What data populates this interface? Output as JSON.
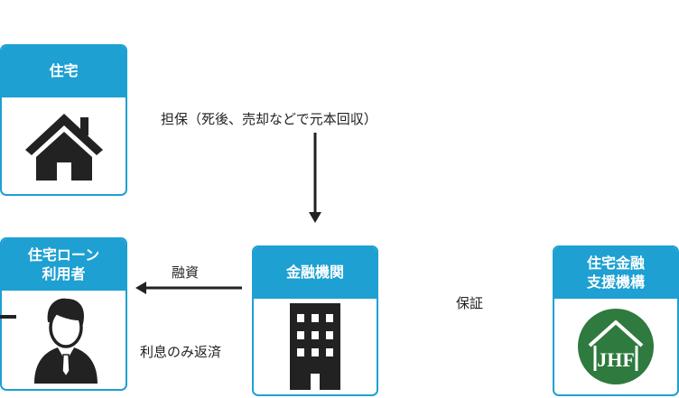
{
  "nodes": {
    "house": {
      "title": "住宅"
    },
    "borrower": {
      "title_line1": "住宅ローン",
      "title_line2": "利用者"
    },
    "bank": {
      "title": "金融機関"
    },
    "jhf": {
      "title_line1": "住宅金融",
      "title_line2": "支援機構",
      "logo_text": "JHF"
    }
  },
  "edges": {
    "collateral": "担保（死後、売却などで元本回収）",
    "loan": "融資",
    "repay": "利息のみ返済",
    "guarantee": "保証"
  },
  "colors": {
    "accent": "#1ea0d2",
    "icon": "#222222",
    "logo_green": "#2f7a3e"
  }
}
